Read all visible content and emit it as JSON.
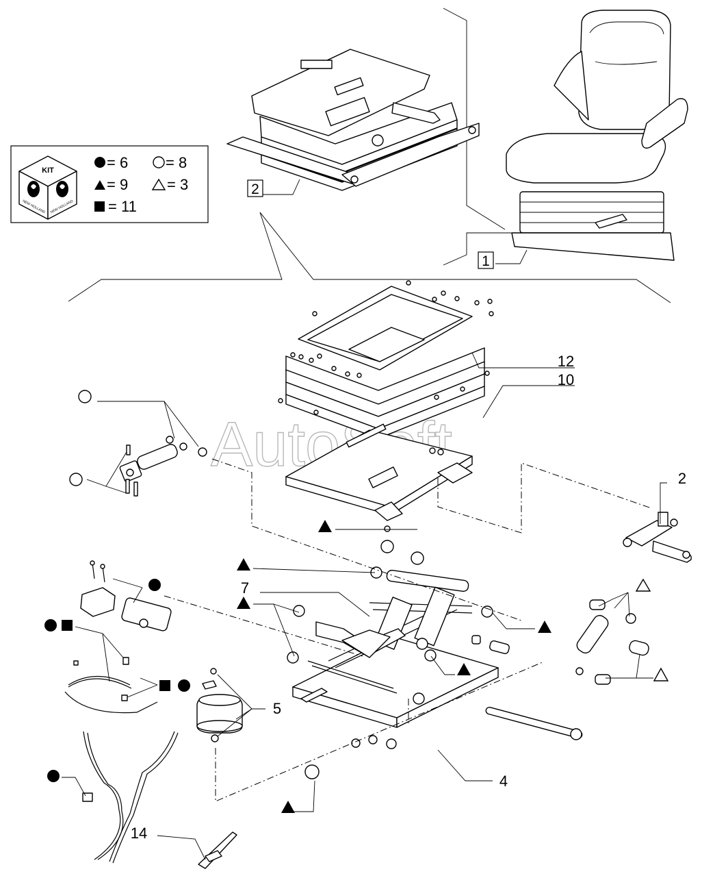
{
  "watermark": "AutoSoft",
  "kit_box": {
    "badge_label": "KIT",
    "brand_text": "NEW HOLLAND",
    "legend": [
      {
        "symbol": "filled-circle",
        "text": "= 6"
      },
      {
        "symbol": "open-circle",
        "text": "= 8"
      },
      {
        "symbol": "filled-triangle",
        "text": "= 9"
      },
      {
        "symbol": "open-triangle",
        "text": "= 3"
      },
      {
        "symbol": "filled-square",
        "text": "= 11"
      }
    ]
  },
  "callouts": {
    "c1": "1",
    "c2_box": "2",
    "c2": "2",
    "c4": "4",
    "c5": "5",
    "c7": "7",
    "c10": "10",
    "c12": "12",
    "c14": "14"
  },
  "colors": {
    "ink": "#000000",
    "watermark": "#b8b8b8",
    "background": "#ffffff"
  }
}
